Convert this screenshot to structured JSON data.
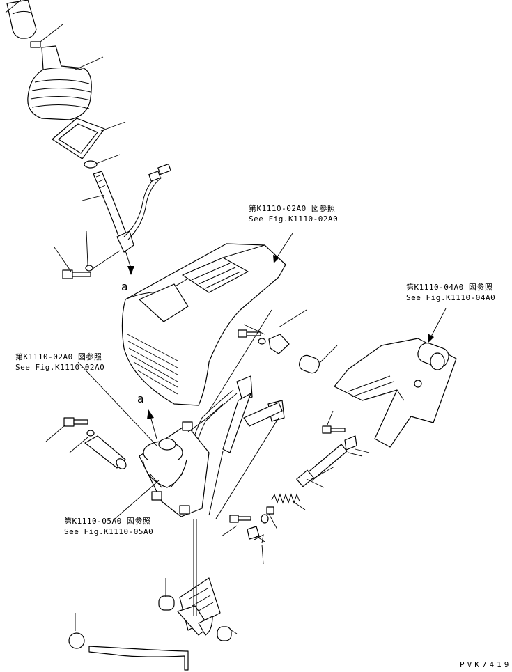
{
  "references": [
    {
      "id": "ref-top-console",
      "jp": "第K1110-02A0 図参照",
      "en": "See Fig.K1110-02A0"
    },
    {
      "id": "ref-right-plate",
      "jp": "第K1110-04A0 図参照",
      "en": "See Fig.K1110-04A0"
    },
    {
      "id": "ref-left-console",
      "jp": "第K1110-02A0 図参照",
      "en": "See Fig.K1110-02A0"
    },
    {
      "id": "ref-bottom-valve",
      "jp": "第K1110-05A0 図参照",
      "en": "See Fig.K1110-05A0"
    }
  ],
  "markers": {
    "a_top": "a",
    "a_mid": "a"
  },
  "drawing_code": "PVK7419",
  "colors": {
    "line": "#000000",
    "background": "#ffffff"
  }
}
